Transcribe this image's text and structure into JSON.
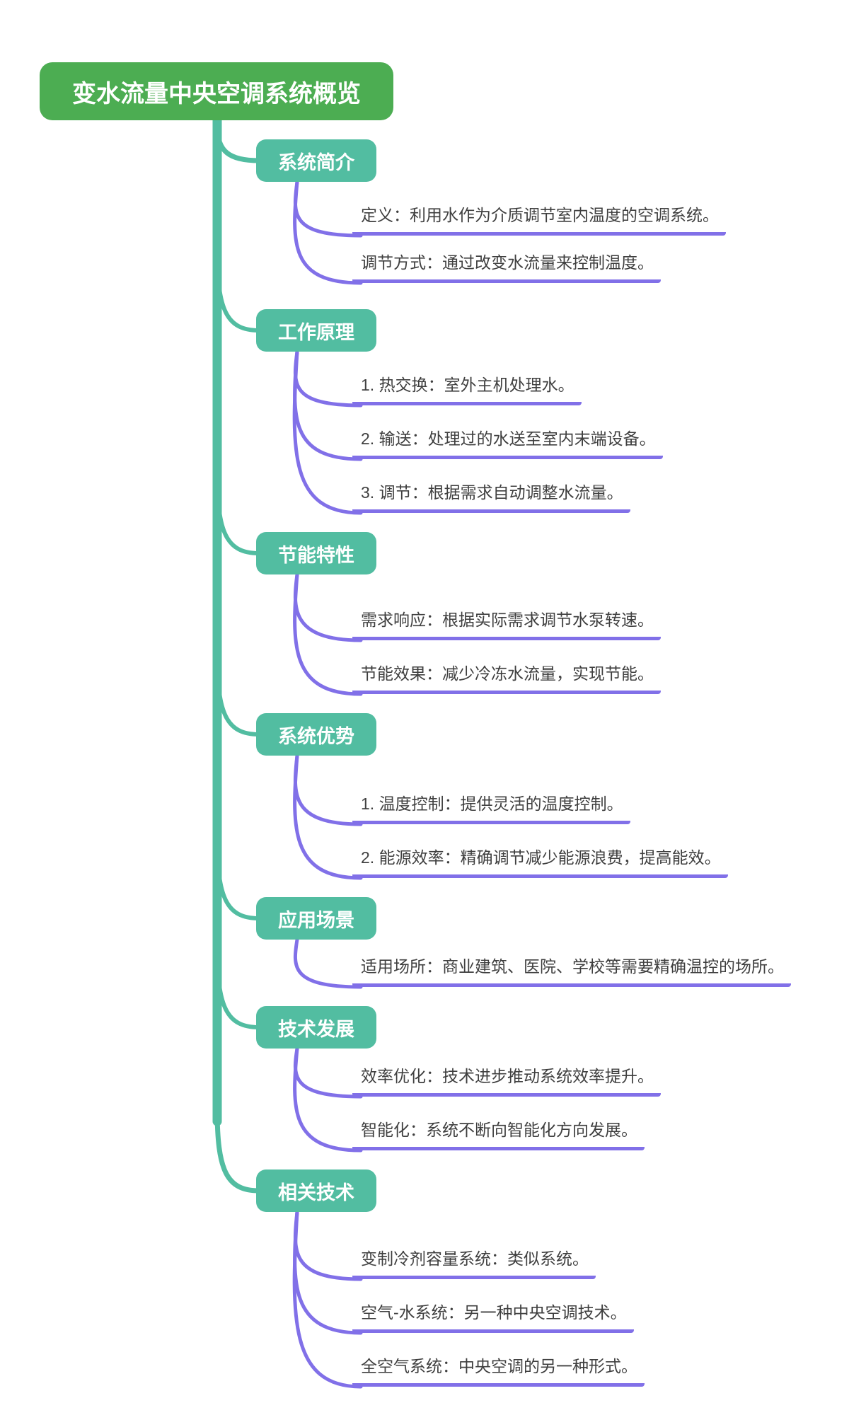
{
  "root": {
    "title": "变水流量中央空调系统概览"
  },
  "sections": [
    {
      "label": "系统简介",
      "items": [
        "定义：利用水作为介质调节室内温度的空调系统。",
        "调节方式：通过改变水流量来控制温度。"
      ]
    },
    {
      "label": "工作原理",
      "items": [
        "1. 热交换：室外主机处理水。",
        "2. 输送：处理过的水送至室内末端设备。",
        "3. 调节：根据需求自动调整水流量。"
      ]
    },
    {
      "label": "节能特性",
      "items": [
        "需求响应：根据实际需求调节水泵转速。",
        "节能效果：减少冷冻水流量，实现节能。"
      ]
    },
    {
      "label": "系统优势",
      "items": [
        "1. 温度控制：提供灵活的温度控制。",
        "2. 能源效率：精确调节减少能源浪费，提高能效。"
      ]
    },
    {
      "label": "应用场景",
      "items": [
        "适用场所：商业建筑、医院、学校等需要精确温控的场所。"
      ]
    },
    {
      "label": "技术发展",
      "items": [
        "效率优化：技术进步推动系统效率提升。",
        "智能化：系统不断向智能化方向发展。"
      ]
    },
    {
      "label": "相关技术",
      "items": [
        "变制冷剂容量系统：类似系统。",
        "空气-水系统：另一种中央空调技术。",
        "全空气系统：中央空调的另一种形式。"
      ]
    }
  ],
  "palette": {
    "root_green": "#4CAD52",
    "branch_teal": "#52BDA1",
    "connector_purple": "#8170E8",
    "leaf_text": "#3F3F3F",
    "background": "#FFFFFF"
  }
}
